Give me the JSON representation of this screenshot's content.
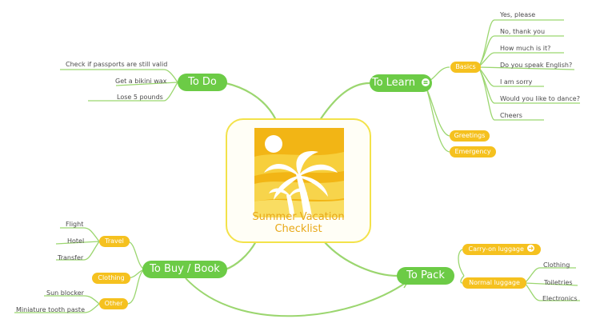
{
  "central": {
    "title": "Summer Vacation Checklist"
  },
  "colors": {
    "branch": "#9bd66f",
    "main_topic": "#6ccb46",
    "sub_topic": "#f5c11f",
    "central_border": "#f3e24a",
    "central_text": "#e8a818"
  },
  "branches": {
    "todo": {
      "label": "To Do",
      "items": [
        "Check if passports are still valid",
        "Get a bikini wax",
        "Lose 5 pounds"
      ]
    },
    "learn": {
      "label": "To Learn",
      "icon": "notes-icon",
      "basics": {
        "label": "Basics",
        "items": [
          "Yes, please",
          "No, thank you",
          "How much is it?",
          "Do you speak English?",
          "I am sorry",
          "Would you like to dance?",
          "Cheers"
        ]
      },
      "greetings": "Greetings",
      "emergency": "Emergency"
    },
    "buy": {
      "label": "To Buy / Book",
      "travel": {
        "label": "Travel",
        "items": [
          "Flight",
          "Hotel",
          "Transfer"
        ]
      },
      "clothing": "Clothing",
      "other": {
        "label": "Other",
        "items": [
          "Sun blocker",
          "Miniature tooth paste"
        ]
      }
    },
    "pack": {
      "label": "To Pack",
      "carryon": {
        "label": "Carry-on luggage",
        "icon": "arrow-right-circle-icon"
      },
      "normal": {
        "label": "Normal luggage",
        "items": [
          "Clothing",
          "Toiletries",
          "Electronics"
        ]
      }
    }
  }
}
